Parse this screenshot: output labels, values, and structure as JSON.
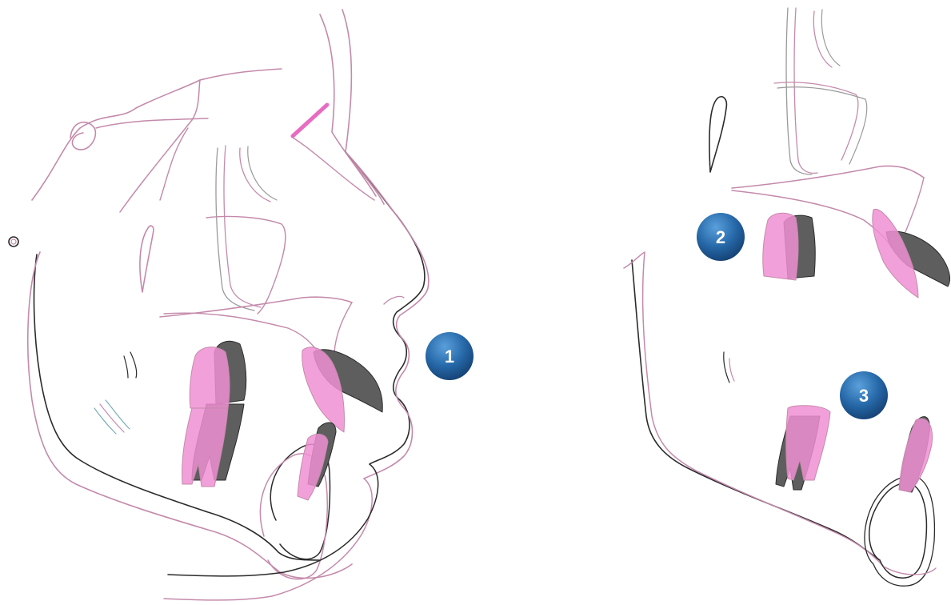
{
  "colors": {
    "background": "#ffffff",
    "before_outline": "#2b2b2b",
    "after_outline": "#c48aab",
    "before_tooth_fill": "#5e5e5e",
    "after_tooth_fill": "#f08fd4",
    "badge_fill": "#1f5c99",
    "badge_highlight": "#4f93d1",
    "badge_text": "#ffffff"
  },
  "markers": [
    {
      "label": "1"
    },
    {
      "label": "2"
    },
    {
      "label": "3"
    }
  ],
  "panels": [
    {
      "view": "full-skull-profile-superimposition"
    },
    {
      "view": "maxilla-and-mandible-regional-superimposition"
    }
  ]
}
